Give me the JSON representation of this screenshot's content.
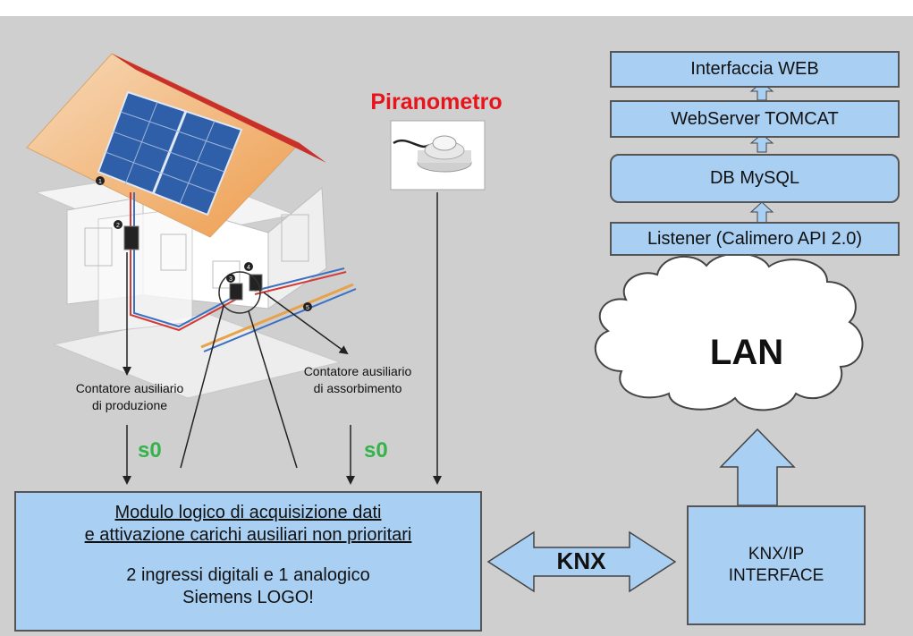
{
  "stack": {
    "web": "Interfaccia WEB",
    "tomcat": "WebServer TOMCAT",
    "db": "DB MySQL",
    "listener": "Listener (Calimero API 2.0)"
  },
  "lan_label": "LAN",
  "pyranometer_label": "Piranometro",
  "house_markers": [
    "1",
    "2",
    "3",
    "4",
    "5"
  ],
  "meter_production": [
    "Contatore ausiliario",
    "di produzione"
  ],
  "meter_absorption": [
    "Contatore ausiliario",
    "di assorbimento"
  ],
  "signal_left": "s0",
  "signal_right": "s0",
  "module": {
    "line1": "Modulo logico di acquisizione dati",
    "line2": "e attivazione carichi ausiliari non prioritari",
    "line3": "2 ingressi digitali e 1 analogico",
    "line4": "Siemens LOGO!"
  },
  "bus_label": "KNX",
  "interface": {
    "line1": "KNX/IP",
    "line2": "INTERFACE"
  },
  "colors": {
    "background": "#cfcfcf",
    "box_fill": "#a9cff2",
    "pyranometer_text": "#e8141c",
    "signal_text": "#33b34a"
  }
}
